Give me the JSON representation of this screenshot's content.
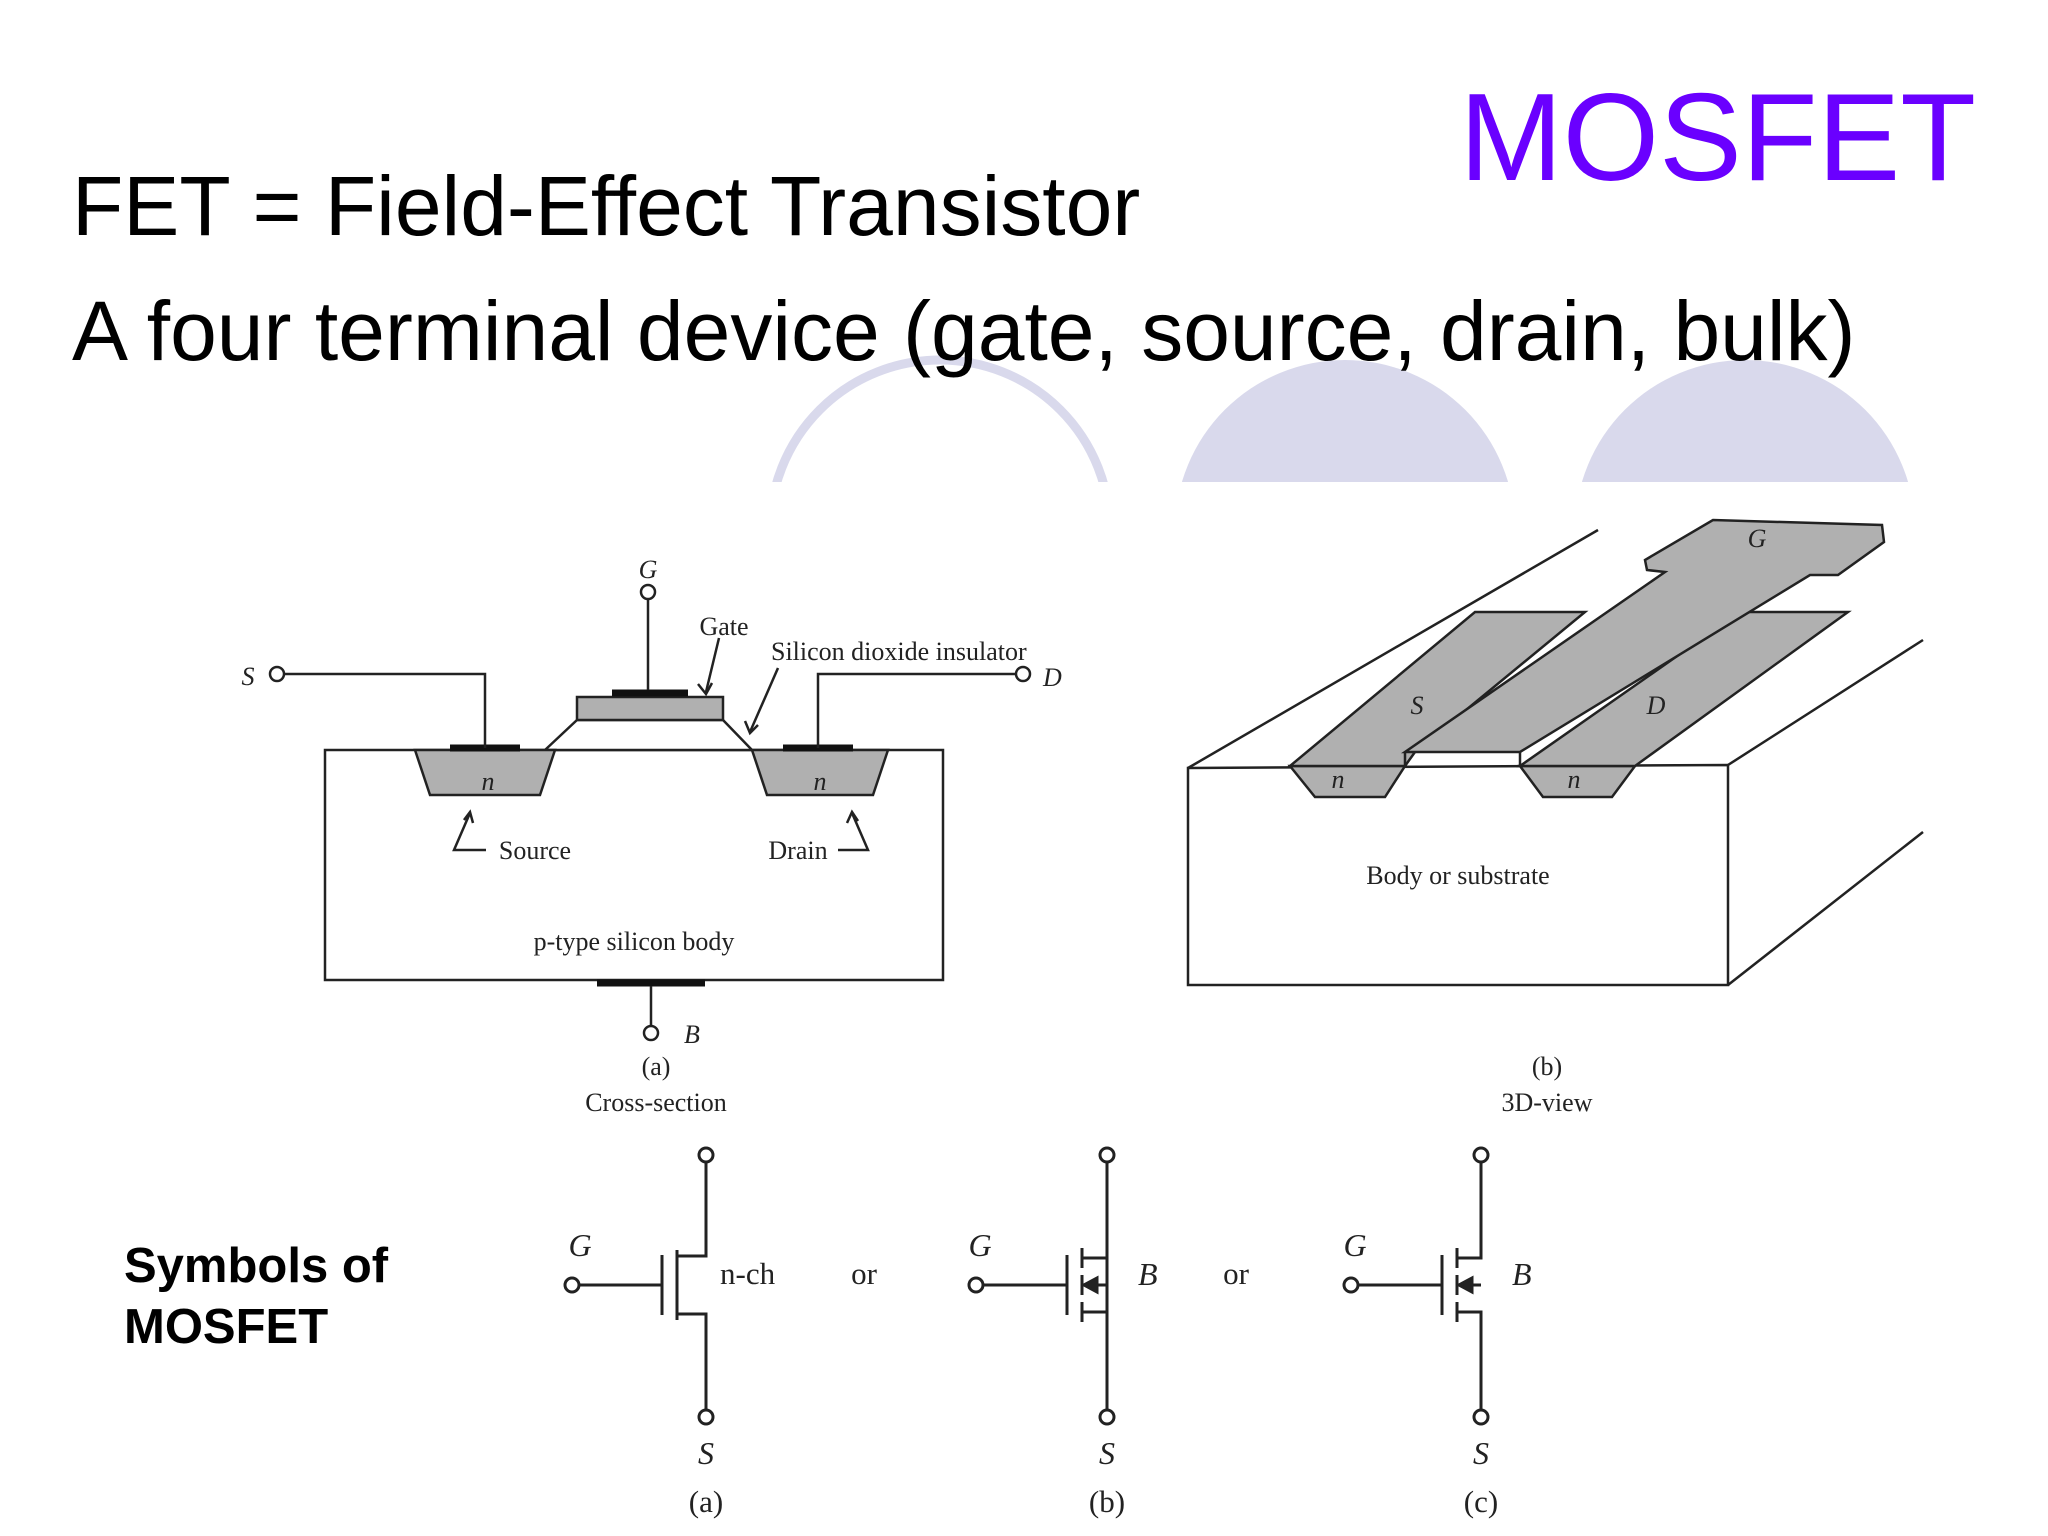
{
  "slide": {
    "title": "MOSFET",
    "line1": "FET = Field-Effect Transistor",
    "line2": "A four terminal device (gate, source, drain, bulk)",
    "symbols_label": [
      "Symbols of",
      "MOSFET"
    ]
  },
  "cross_section": {
    "terminals": {
      "gate": "G",
      "source": "S",
      "drain": "D",
      "bulk": "B"
    },
    "labels": {
      "gate": "Gate",
      "insulator": "Silicon dioxide insulator",
      "n_source": "n",
      "n_drain": "n",
      "source": "Source",
      "drain": "Drain",
      "body": "p-type silicon body"
    },
    "caption_letter": "(a)",
    "caption": "Cross-section"
  },
  "view_3d": {
    "labels": {
      "gate": "G",
      "source": "S",
      "drain": "D",
      "n_left": "n",
      "n_right": "n",
      "body": "Body or substrate"
    },
    "caption_letter": "(b)",
    "caption": "3D-view"
  },
  "symbols": {
    "a": {
      "gate": "G",
      "source": "S",
      "channel": "n-ch",
      "caption": "(a)"
    },
    "or1": "or",
    "b": {
      "gate": "G",
      "source": "S",
      "body": "B",
      "caption": "(b)"
    },
    "or2": "or",
    "c": {
      "gate": "G",
      "source": "S",
      "body": "B",
      "caption": "(c)"
    }
  },
  "colors": {
    "title": "#6a00ff",
    "decor_circles": "#d9d9ec",
    "diagram_fill": "#b0b0b0",
    "ink": "#222222"
  }
}
